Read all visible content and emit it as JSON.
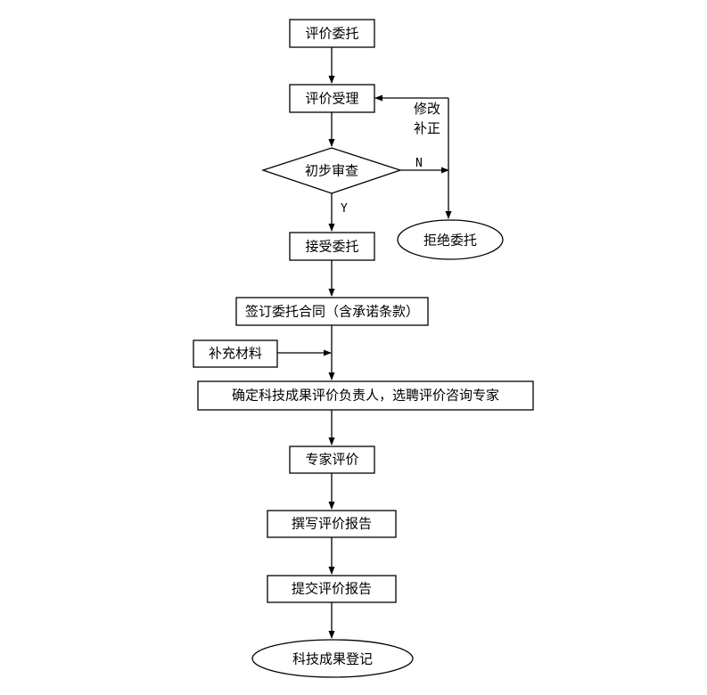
{
  "nodes": {
    "entrust": "评价委托",
    "accept_entrust": "评价受理",
    "preliminary_review": "初步审查",
    "reject": "拒绝委托",
    "accept": "接受委托",
    "sign_contract": "签订委托合同（含承诺条款）",
    "supplement": "补充材料",
    "assign": "确定科技成果评价负责人，选聘评价咨询专家",
    "expert_review": "专家评价",
    "write_report": "撰写评价报告",
    "submit_report": "提交评价报告",
    "register": "科技成果登记"
  },
  "labels": {
    "revise_line1": "修改",
    "revise_line2": "补正",
    "no": "N",
    "yes": "Y"
  }
}
